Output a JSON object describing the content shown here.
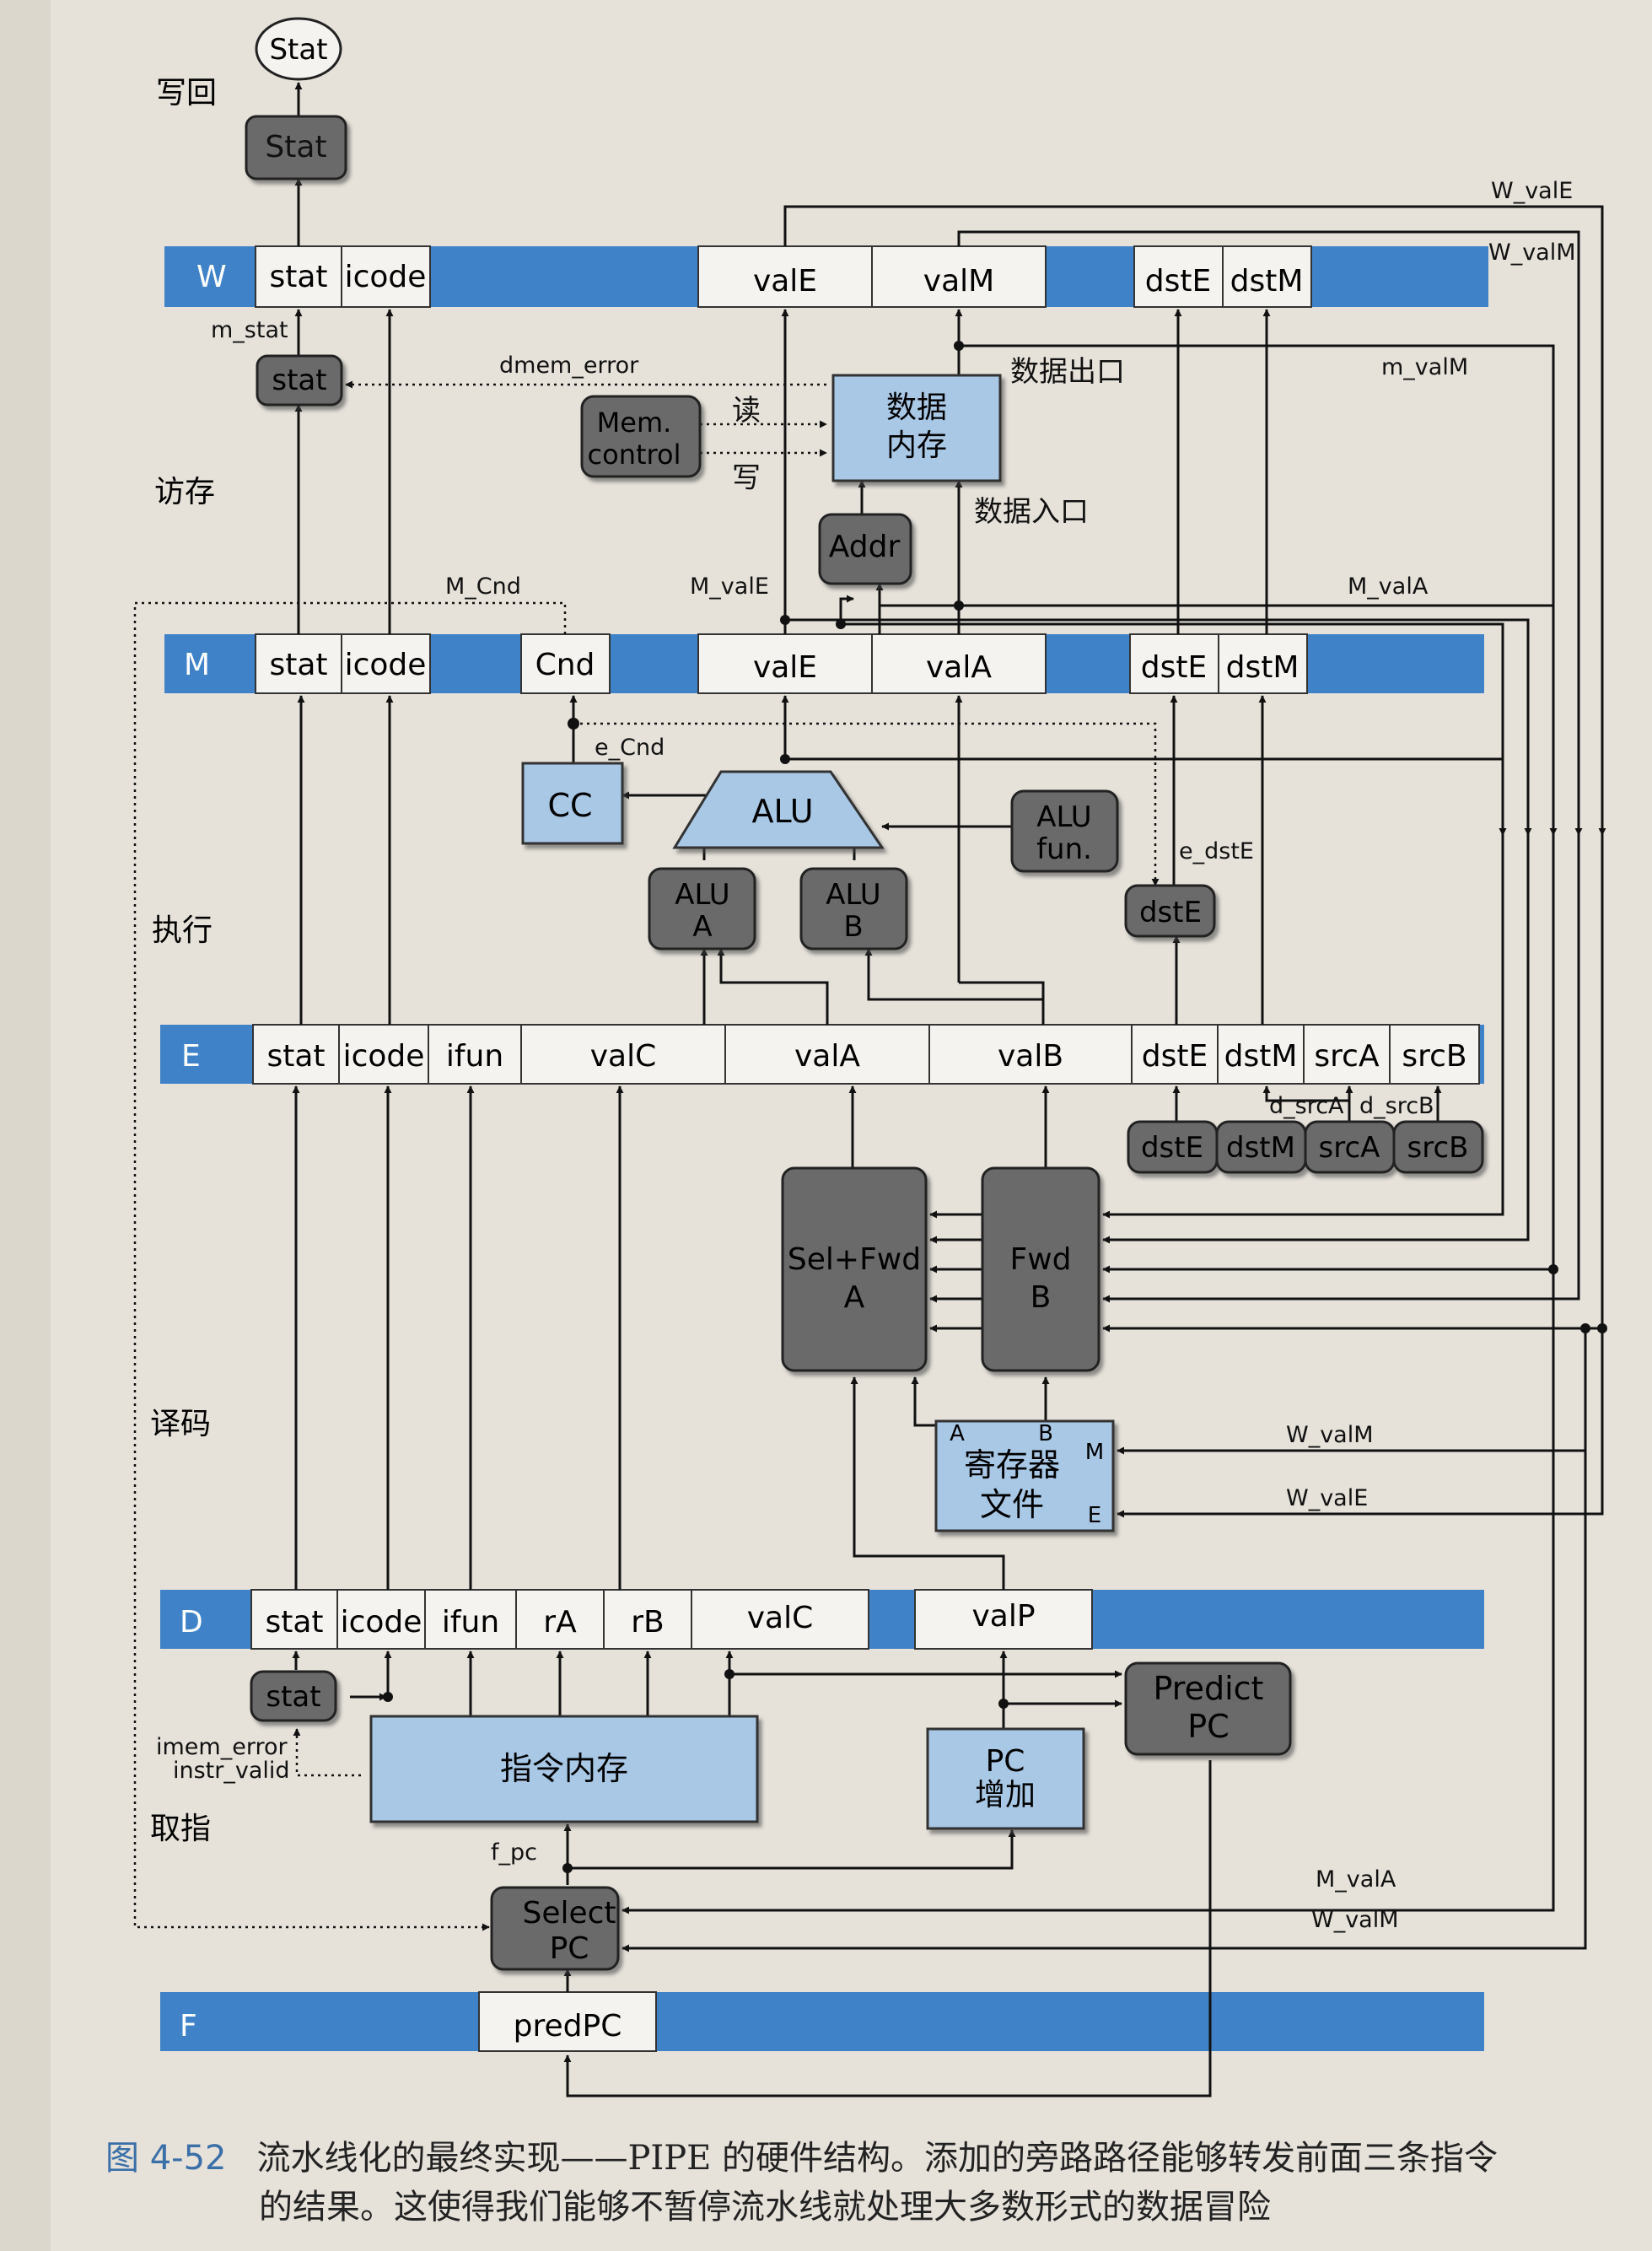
{
  "colors": {
    "blue": "#3f82c8",
    "cell": "#f4f3ef",
    "light": "#a8c8e6",
    "dark": "#6a6a6a",
    "paper": "#e8e4dc",
    "line": "#111111"
  },
  "stages": {
    "writeback": "写回",
    "memory": "访存",
    "execute": "执行",
    "decode": "译码",
    "fetch": "取指"
  },
  "registers": {
    "W": {
      "name": "W",
      "fields": [
        "stat",
        "icode",
        "valE",
        "valM",
        "dstE",
        "dstM"
      ]
    },
    "M": {
      "name": "M",
      "fields": [
        "stat",
        "icode",
        "Cnd",
        "valE",
        "valA",
        "dstE",
        "dstM"
      ]
    },
    "E": {
      "name": "E",
      "fields": [
        "stat",
        "icode",
        "ifun",
        "valC",
        "valA",
        "valB",
        "dstE",
        "dstM",
        "srcA",
        "srcB"
      ]
    },
    "D": {
      "name": "D",
      "fields": [
        "stat",
        "icode",
        "ifun",
        "rA",
        "rB",
        "valC",
        "valP"
      ]
    },
    "F": {
      "name": "F",
      "fields": [
        "predPC"
      ]
    }
  },
  "blocks": {
    "stat_out": "Stat",
    "stat_w": "Stat",
    "stat_m": "stat",
    "stat_f": "stat",
    "mem_control": [
      "Mem.",
      "control"
    ],
    "data_mem": [
      "数据",
      "内存"
    ],
    "addr": "Addr",
    "cc": "CC",
    "alu": "ALU",
    "alu_fun": [
      "ALU",
      "fun."
    ],
    "alu_a": [
      "ALU",
      "A"
    ],
    "alu_b": [
      "ALU",
      "B"
    ],
    "dste_exec": "dstE",
    "decode_dst": [
      "dstE",
      "dstM",
      "srcA",
      "srcB"
    ],
    "selfwd_a": [
      "Sel+Fwd",
      "A"
    ],
    "fwd_b": [
      "Fwd",
      "B"
    ],
    "regfile": [
      "寄存器",
      "文件"
    ],
    "port_a": "A",
    "port_b": "B",
    "port_m": "M",
    "port_e": "E",
    "instr_mem": "指令内存",
    "pc_inc": [
      "PC",
      "增加"
    ],
    "predict_pc": [
      "Predict",
      "PC"
    ],
    "select_pc": [
      "Select",
      "PC"
    ]
  },
  "signals": {
    "w_vale_top": "W_valE",
    "w_valm_top": "W_valM",
    "m_stat": "m_stat",
    "dmem_error": "dmem_error",
    "read": "读",
    "write": "写",
    "data_out": "数据出口",
    "data_in": "数据入口",
    "m_valm": "m_valM",
    "m_cnd": "M_Cnd",
    "m_vale": "M_valE",
    "m_vala": "M_valA",
    "e_cnd": "e_Cnd",
    "e_dste": "e_dstE",
    "d_srca": "d_srcA",
    "d_srcb": "d_srcB",
    "w_valm_rf": "W_valM",
    "w_vale_rf": "W_valE",
    "imem_error": "imem_error",
    "instr_valid": "instr_valid",
    "f_pc": "f_pc",
    "m_vala_f": "M_valA",
    "w_valm_f": "W_valM"
  },
  "caption": {
    "figure": "图 4-52",
    "line1": "流水线化的最终实现——PIPE 的硬件结构。添加的旁路路径能够转发前面三条指令",
    "line2": "的结果。这使得我们能够不暂停流水线就处理大多数形式的数据冒险"
  }
}
